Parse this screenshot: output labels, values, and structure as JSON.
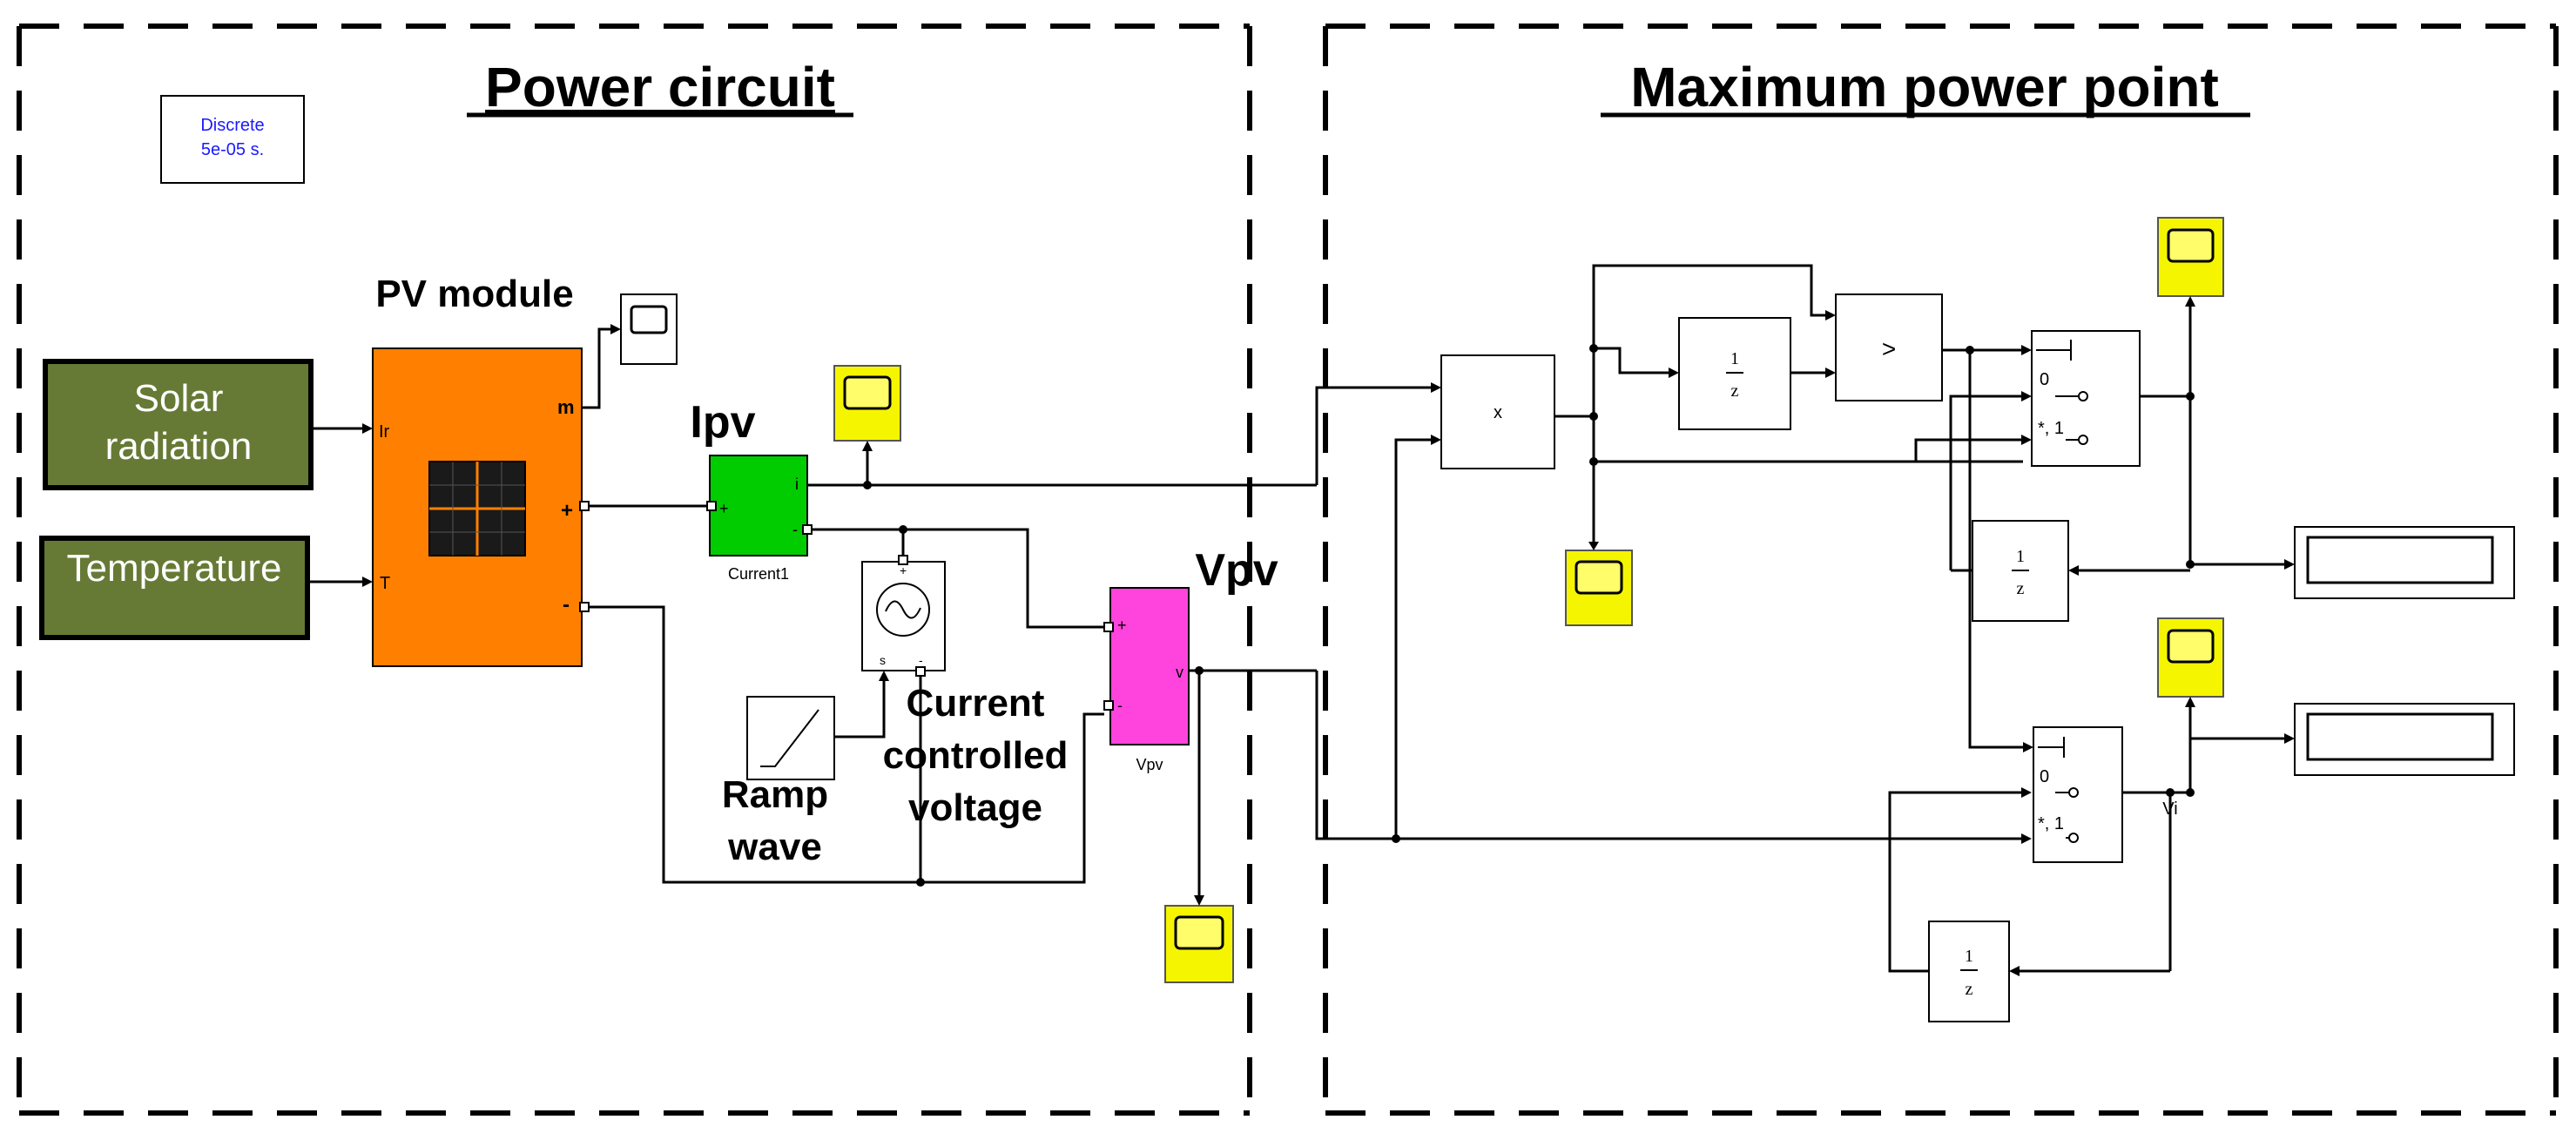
{
  "sections": {
    "power_title": "Power circuit",
    "mppt_title": "Maximum power point"
  },
  "solver": {
    "line1": "Discrete",
    "line2": "5e-05 s."
  },
  "labels": {
    "pv_module": "PV module",
    "ipv": "Ipv",
    "vpv": "Vpv",
    "ramp_line1": "Ramp",
    "ramp_line2": "wave",
    "ccv_line1": "Current",
    "ccv_line2": "controlled",
    "ccv_line3": "voltage"
  },
  "inputs": {
    "solar_line1": "Solar",
    "solar_line2": "radiation",
    "temperature": "Temperature"
  },
  "pv_ports": {
    "ir": "Ir",
    "t": "T",
    "m": "m",
    "plus": "+",
    "minus": "-"
  },
  "current_meter": {
    "name": "Current1",
    "port_plus": "+",
    "port_minus": "-",
    "port_i": "i"
  },
  "voltage_meter": {
    "name": "Vpv",
    "port_plus": "+",
    "port_minus": "-",
    "port_v": "v"
  },
  "ccv_ports": {
    "plus": "+",
    "minus": "-",
    "signal": "s"
  },
  "mppt_blocks": {
    "product": "x",
    "delay_num": "1",
    "delay_den": "z",
    "relop": ">",
    "switch_zero": "0",
    "switch_star": "*, 1",
    "vi_label": "Vi"
  },
  "colors": {
    "input_block": "#667a35",
    "pv_module": "#ff8000",
    "current_meter": "#00cc00",
    "voltage_meter": "#ff44dd",
    "scope": "#f5f500",
    "solver_text": "#1a1aff"
  }
}
